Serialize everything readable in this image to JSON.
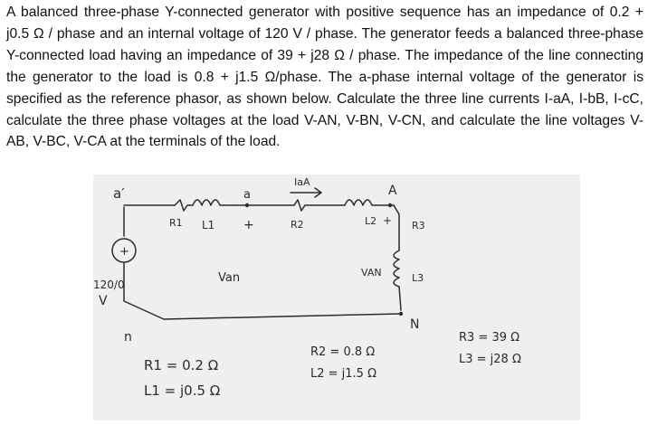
{
  "problem": {
    "text": "A balanced three-phase Y-connected generator with positive sequence has an impedance of 0.2 + j0.5 Ω / phase and an internal voltage of 120 V / phase. The generator feeds a balanced three-phase Y-connected load having an impedance of 39 + j28 Ω / phase. The impedance of the line connecting the generator to the load is 0.8 + j1.5 Ω/phase. The a-phase internal voltage of the generator is specified as the reference phasor, as shown below. Calculate the three line currents I-aA, I-bB, I-cC, calculate the three phase voltages at the load V-AN, V-BN, V-CN, and calculate the line voltages V-AB, V-BC, V-CA at the terminals of the load."
  },
  "sketch": {
    "node_a_prime": "a′",
    "node_a": "a",
    "node_A": "A",
    "node_n": "n",
    "node_N": "N",
    "current_label": "IaA",
    "source_label_line1": "120/0",
    "source_label_line2": "V",
    "source_plus": "+",
    "r1_label": "R1",
    "l1_label": "L1",
    "r2_label": "R2",
    "l2_label": "L2",
    "r3_label": "R3",
    "l3_label": "L3",
    "plus_sign": "+",
    "plus_sign_2": "+",
    "van_label": "Van",
    "vAN_label": "VAN",
    "r1_value": "R1 = 0.2 Ω",
    "l1_value": "L1 = j0.5 Ω",
    "r2_value": "R2 = 0.8 Ω",
    "l2_value": "L2 = j1.5 Ω",
    "r3_value": "R3 = 39 Ω",
    "l3_value": "L3 = j28 Ω"
  }
}
